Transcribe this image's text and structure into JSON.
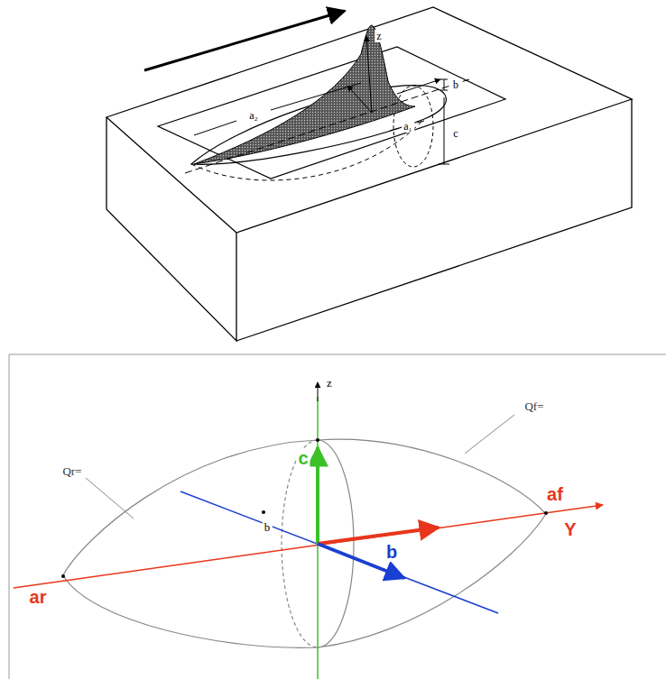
{
  "diagram": {
    "labels": [
      "z",
      "b",
      "a₂",
      "a₁",
      "c",
      "z",
      "Qf=",
      "Qr=",
      "c",
      "b",
      "b",
      "af",
      "Y",
      "ar"
    ]
  }
}
